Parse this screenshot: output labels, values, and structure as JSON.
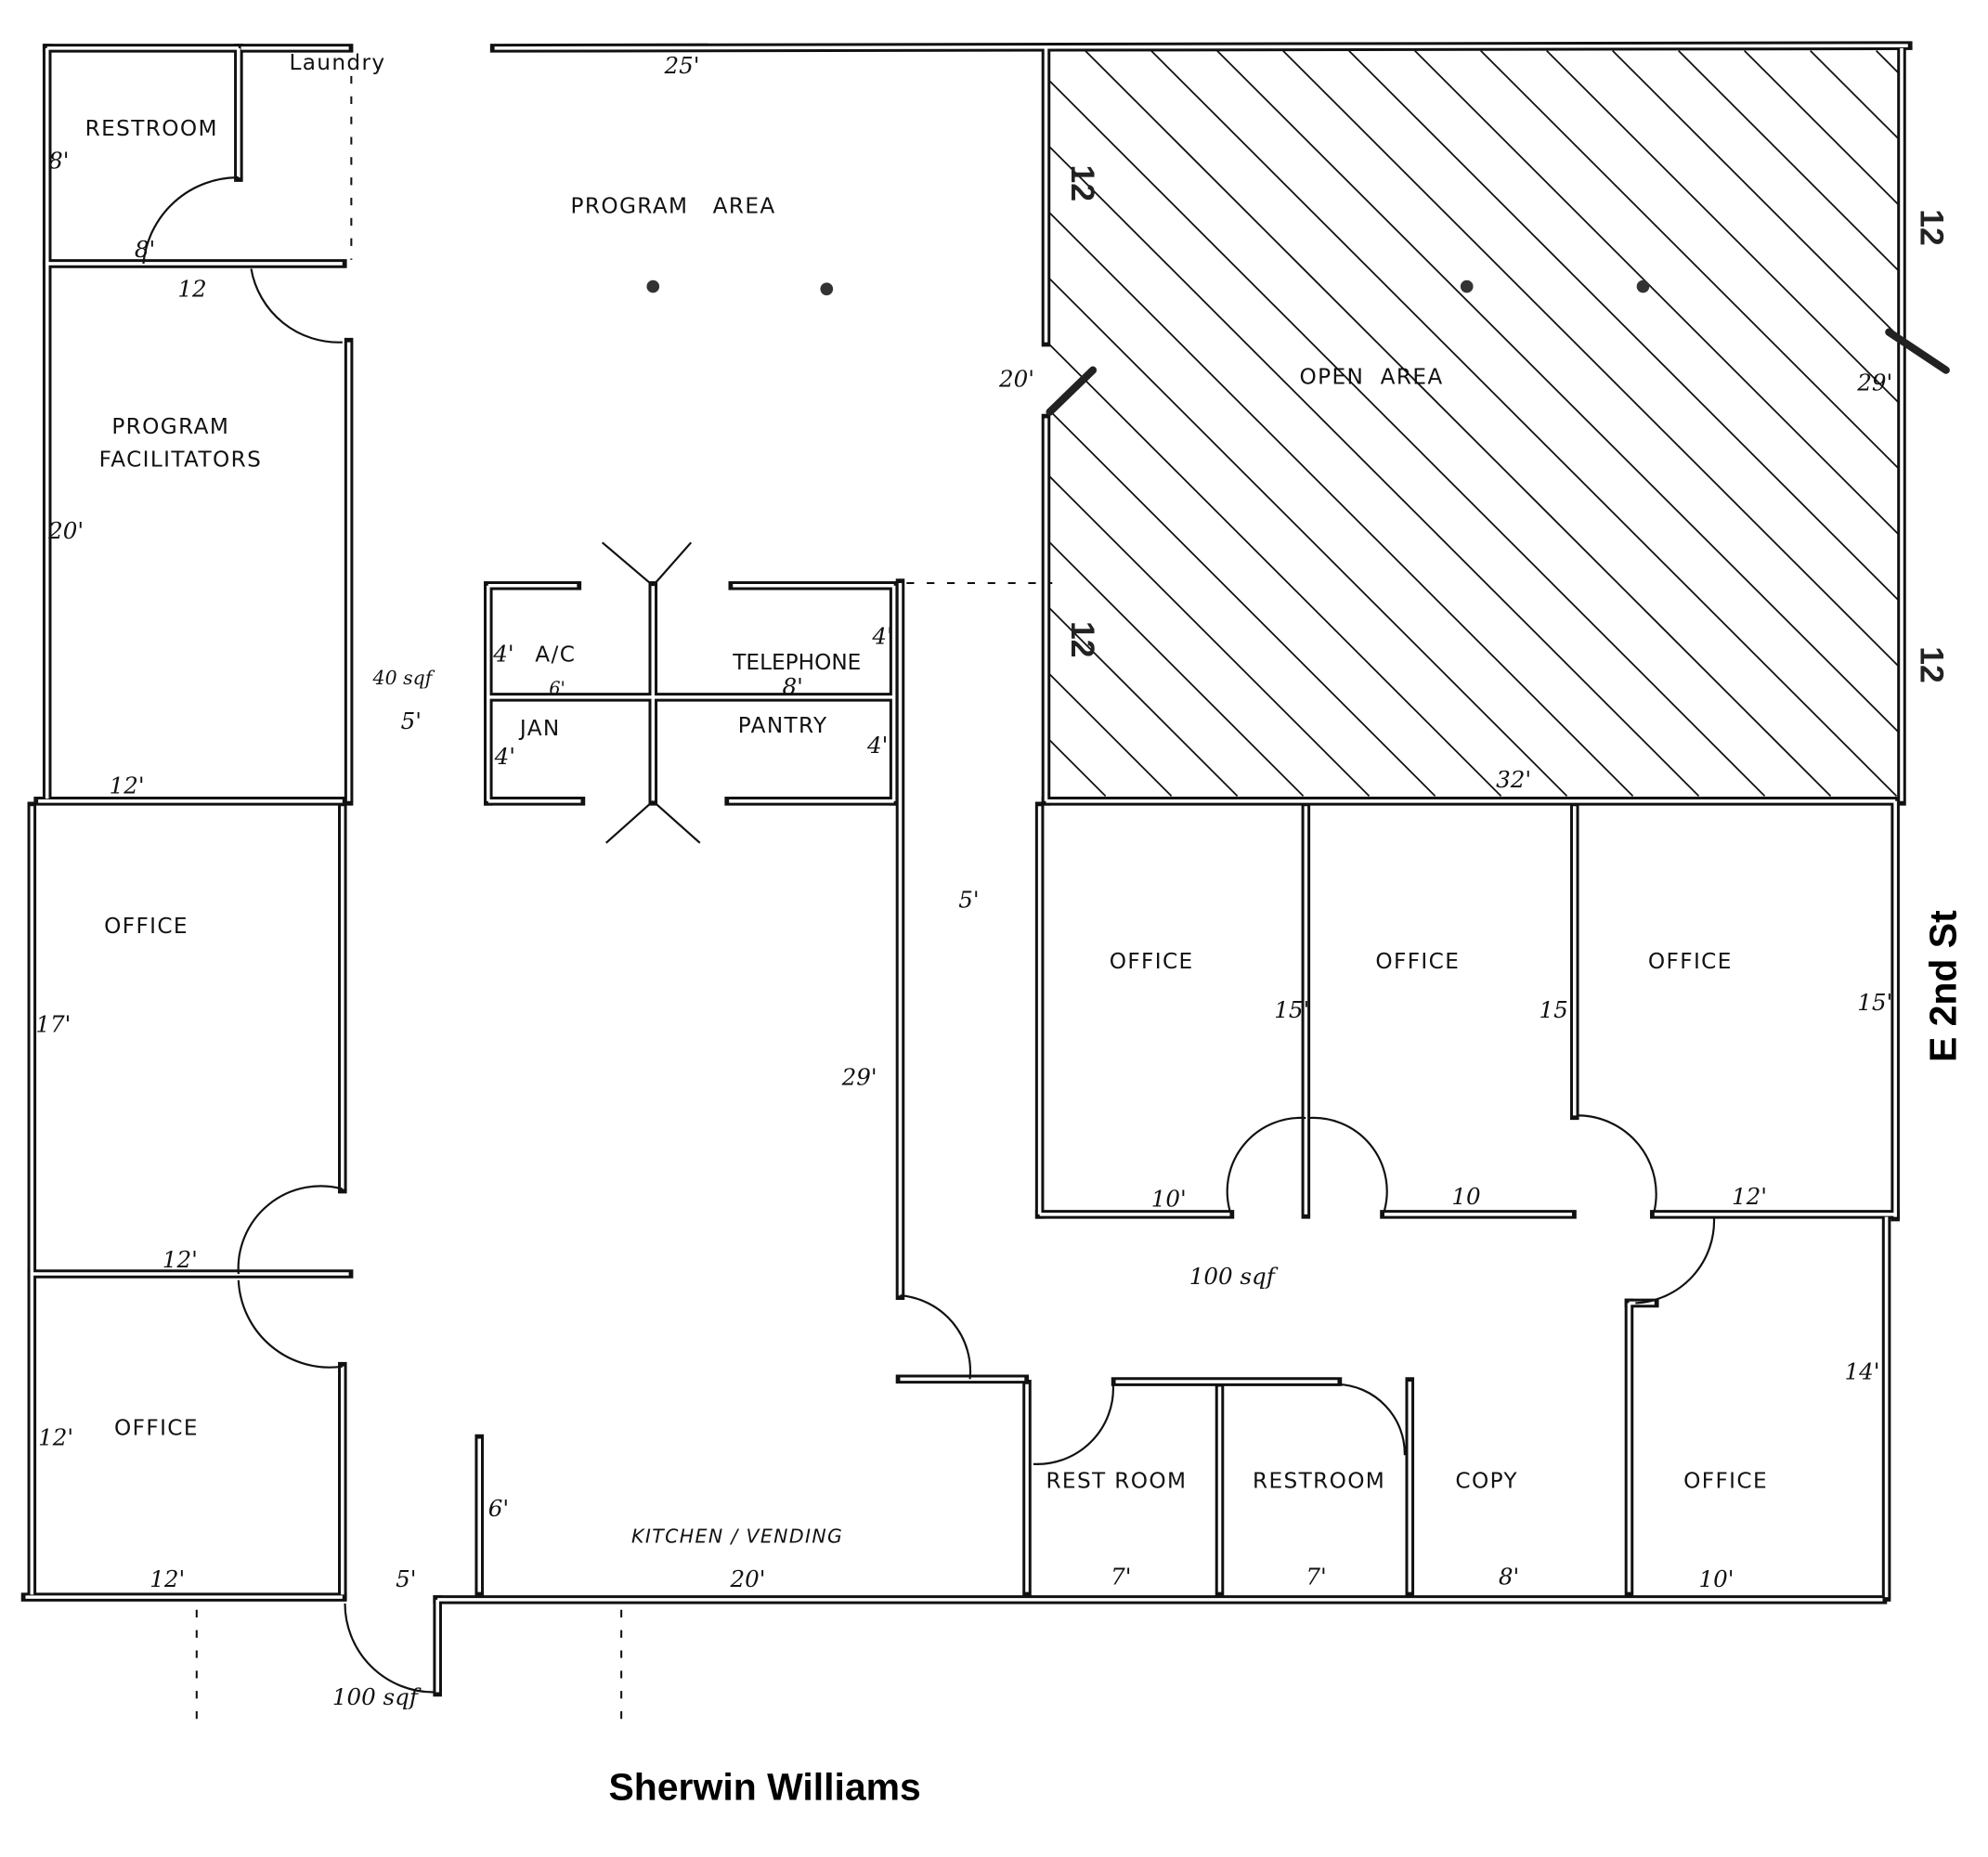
{
  "rooms": {
    "restroom_top": "RESTROOM",
    "laundry": "Laundry",
    "program_area": "PROGRAM   AREA",
    "program_facilitators_1": "PROGRAM",
    "program_facilitators_2": "FACILITATORS",
    "open_area": "OPEN  AREA",
    "ac": "A/C",
    "janitor": "JAN",
    "telephone": "TELEPHONE",
    "pantry": "PANTRY",
    "office_left_1": "OFFICE",
    "office_left_2": "OFFICE",
    "office_right_1": "OFFICE",
    "office_right_2": "OFFICE",
    "office_right_3": "OFFICE",
    "office_bottom_right": "OFFICE",
    "restroom_1": "REST ROOM",
    "restroom_2": "RESTROOM",
    "copy": "COPY",
    "kitchen": "KITCHEN / VENDING"
  },
  "dimensions": {
    "restroom_h": "8'",
    "restroom_w": "8'",
    "program_area_w": "25'",
    "pf_top": "12",
    "pf_h": "20'",
    "pf_bottom": "12'",
    "ac_h": "4'",
    "ac_w": "6'",
    "jan_h": "4'",
    "tel_h": "4'",
    "tel_w": "8'",
    "pantry_h": "4'",
    "corridor_area": "40 sqf",
    "corridor_w": "5'",
    "open_left": "20'",
    "open_right": "29'",
    "open_bottom": "32'",
    "hall_w": "5'",
    "hall_len": "29'",
    "office1_h": "15'",
    "office2_h": "15'",
    "office3_h": "15'",
    "office1_w": "10'",
    "office2_w": "10",
    "office3_w": "12'",
    "hall_area": "100 sqf",
    "office_left_1_h": "17'",
    "office_left_1_w": "12'",
    "office_left_2_h": "12'",
    "office_left_2_w": "12'",
    "entry_w": "5'",
    "entry_area": "100 sqf",
    "kitchen_h": "6'",
    "kitchen_w": "20'",
    "restroom1_w": "7'",
    "restroom2_w": "7'",
    "copy_w": "8'",
    "office_br_h": "14'",
    "office_br_w": "10'"
  },
  "markers": {
    "m1": "12",
    "m2": "12",
    "m3": "12",
    "m4": "12"
  },
  "streets": {
    "east": "E 2nd St",
    "south": "Sherwin Williams"
  }
}
